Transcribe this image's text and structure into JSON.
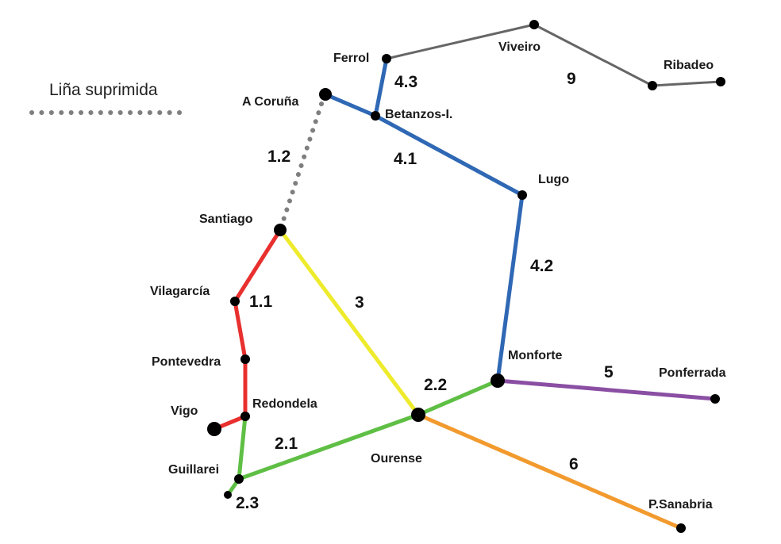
{
  "legend": {
    "suppressed_label": "Liña suprimida"
  },
  "colors": {
    "line_1_1": "#e8302e",
    "line_1_2_suppressed": "#7f7f7f",
    "line_2": "#5fbf45",
    "line_3": "#eeeb2c",
    "line_4": "#2f68b4",
    "line_5": "#8a4ea3",
    "line_6": "#f29a2e",
    "line_9": "#666666",
    "station": "#000000"
  },
  "stations": {
    "ferrol": "Ferrol",
    "viveiro": "Viveiro",
    "ribadeo": "Ribadeo",
    "a_coruna": "A Coruña",
    "betanzos": "Betanzos-I.",
    "lugo": "Lugo",
    "santiago": "Santiago",
    "vilagarcia": "Vilagarcía",
    "pontevedra": "Pontevedra",
    "redondela": "Redondela",
    "vigo": "Vigo",
    "guillarei": "Guillarei",
    "ourense": "Ourense",
    "monforte": "Monforte",
    "ponferrada": "Ponferrada",
    "p_sanabria": "P.Sanabria"
  },
  "lines": {
    "l1_1": "1.1",
    "l1_2": "1.2",
    "l2_1": "2.1",
    "l2_2": "2.2",
    "l2_3": "2.3",
    "l3": "3",
    "l4_1": "4.1",
    "l4_2": "4.2",
    "l4_3": "4.3",
    "l5": "5",
    "l6": "6",
    "l9": "9"
  }
}
